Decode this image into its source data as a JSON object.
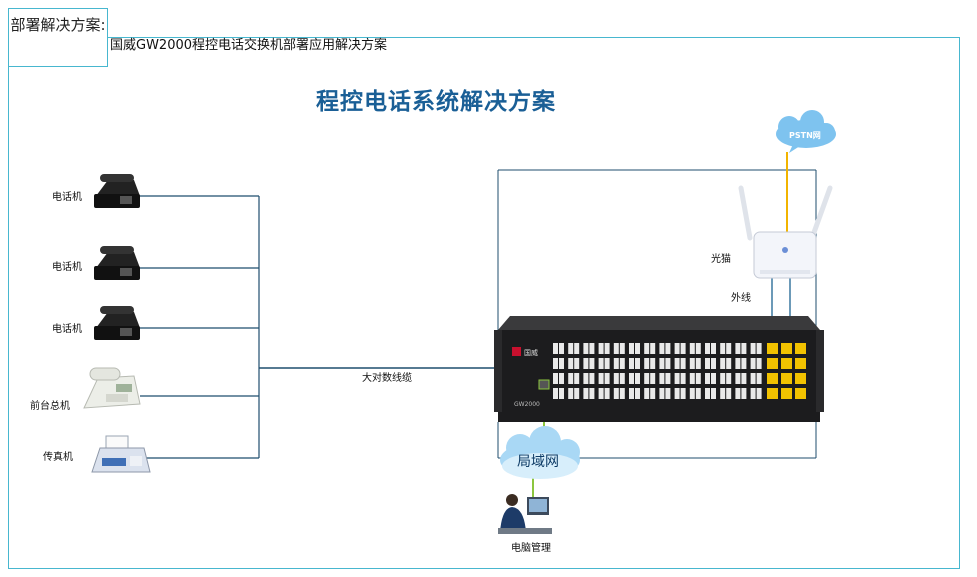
{
  "tab": {
    "label": "部署解决方案:"
  },
  "subtitle": "国威GW2000程控电话交换机部署应用解决方案",
  "title": "程控电话系统解决方案",
  "devices": [
    {
      "label": "电话机",
      "icon": "desk-phone-icon"
    },
    {
      "label": "电话机",
      "icon": "desk-phone-icon"
    },
    {
      "label": "电话机",
      "icon": "desk-phone-icon"
    },
    {
      "label": "前台总机",
      "icon": "operator-phone-icon"
    },
    {
      "label": "传真机",
      "icon": "fax-icon"
    }
  ],
  "labels": {
    "trunk_cable": "大对数线缆",
    "pstn": "PSTN网",
    "optical_modem": "光猫",
    "outside_line": "外线",
    "lan": "局域网",
    "pc_management": "电脑管理"
  },
  "pbx": {
    "brand": "国威",
    "model": "GW2000"
  },
  "colors": {
    "frame": "#47b7cf",
    "title": "#1a5f96",
    "line": "#1f4e6e",
    "pstn_line": "#f2b400",
    "lan_line": "#8cc63f",
    "cloud": "#7ec3ef"
  }
}
